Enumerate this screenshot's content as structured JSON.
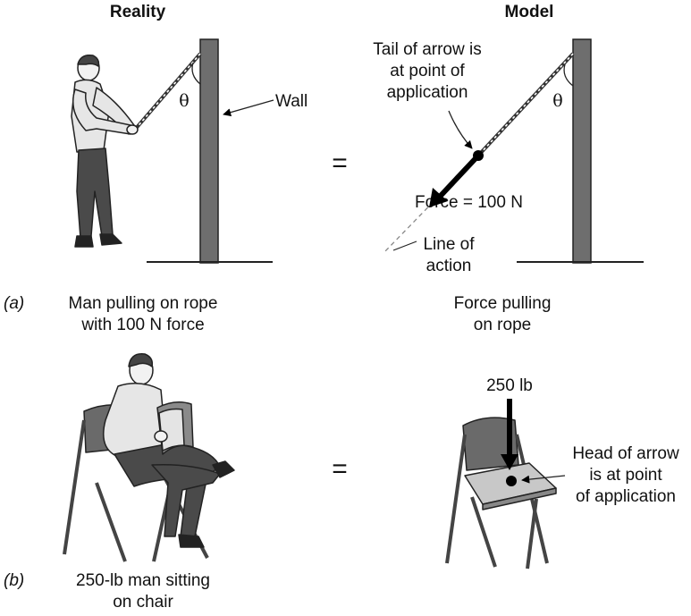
{
  "headers": {
    "reality": "Reality",
    "model": "Model"
  },
  "panel_a": {
    "label": "(a)",
    "reality_caption": [
      "Man pulling on rope",
      "with 100 N force"
    ],
    "model_caption": [
      "Force pulling",
      "on rope"
    ],
    "equals": "=",
    "angle_reality": "θ",
    "angle_model": "θ",
    "wall_label": "Wall",
    "tail_note": [
      "Tail of arrow is",
      "at point of",
      "application"
    ],
    "force_label": "Force = 100 N",
    "line_of_action": [
      "Line of",
      "action"
    ]
  },
  "panel_b": {
    "label": "(b)",
    "reality_caption": [
      "250-lb man sitting",
      "on chair"
    ],
    "equals": "=",
    "weight_label": "250 lb",
    "head_note": [
      "Head of arrow",
      "is at point",
      "of application"
    ]
  },
  "colors": {
    "wall": "#6e6e6e",
    "ground": "#222222",
    "shirt": "#e6e6e6",
    "pants": "#4a4a4a",
    "chair": "#6a6a6a",
    "seat": "#c8c8c8",
    "book": "#8a8a8a",
    "arrow": "#000000"
  }
}
